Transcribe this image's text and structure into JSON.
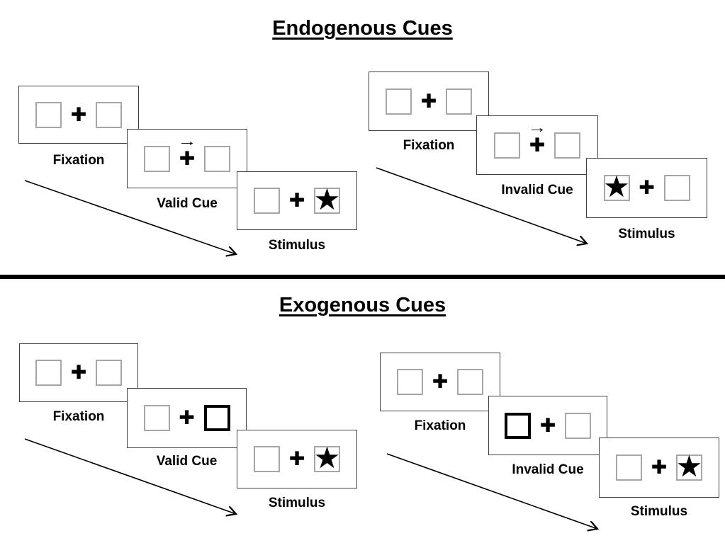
{
  "page": {
    "background": "#ffffff"
  },
  "colors": {
    "panel_border": "#3f3f3f",
    "box_border": "#a6a6a6",
    "bold_cue_box_border": "#000000",
    "text": "#000000",
    "divider": "#000000"
  },
  "icons": {
    "fixation_cross": "✚",
    "star": "★",
    "cue_arrow": "→"
  },
  "sections": [
    {
      "title": "Endogenous Cues",
      "groups": [
        {
          "name": "endogenous-valid",
          "cue_type": "central-arrow-right",
          "panels": [
            {
              "label": "Fixation",
              "left_box": "empty",
              "right_box": "empty",
              "arrow_above_cross": false
            },
            {
              "label": "Valid Cue",
              "left_box": "empty",
              "right_box": "empty",
              "arrow_above_cross": true
            },
            {
              "label": "Stimulus",
              "left_box": "empty",
              "right_box": "star",
              "arrow_above_cross": false
            }
          ]
        },
        {
          "name": "endogenous-invalid",
          "cue_type": "central-arrow-right",
          "panels": [
            {
              "label": "Fixation",
              "left_box": "empty",
              "right_box": "empty",
              "arrow_above_cross": false
            },
            {
              "label": "Invalid Cue",
              "left_box": "empty",
              "right_box": "empty",
              "arrow_above_cross": true
            },
            {
              "label": "Stimulus",
              "left_box": "star",
              "right_box": "empty",
              "arrow_above_cross": false
            }
          ]
        }
      ]
    },
    {
      "title": "Exogenous Cues",
      "groups": [
        {
          "name": "exogenous-valid",
          "cue_type": "peripheral-box-highlight",
          "panels": [
            {
              "label": "Fixation",
              "left_box": "empty",
              "right_box": "empty",
              "arrow_above_cross": false
            },
            {
              "label": "Valid Cue",
              "left_box": "empty",
              "right_box": "bold",
              "arrow_above_cross": false
            },
            {
              "label": "Stimulus",
              "left_box": "empty",
              "right_box": "star",
              "arrow_above_cross": false
            }
          ]
        },
        {
          "name": "exogenous-invalid",
          "cue_type": "peripheral-box-highlight",
          "panels": [
            {
              "label": "Fixation",
              "left_box": "empty",
              "right_box": "empty",
              "arrow_above_cross": false
            },
            {
              "label": "Invalid Cue",
              "left_box": "bold",
              "right_box": "empty",
              "arrow_above_cross": false
            },
            {
              "label": "Stimulus",
              "left_box": "empty",
              "right_box": "star",
              "arrow_above_cross": false
            }
          ]
        }
      ]
    }
  ]
}
